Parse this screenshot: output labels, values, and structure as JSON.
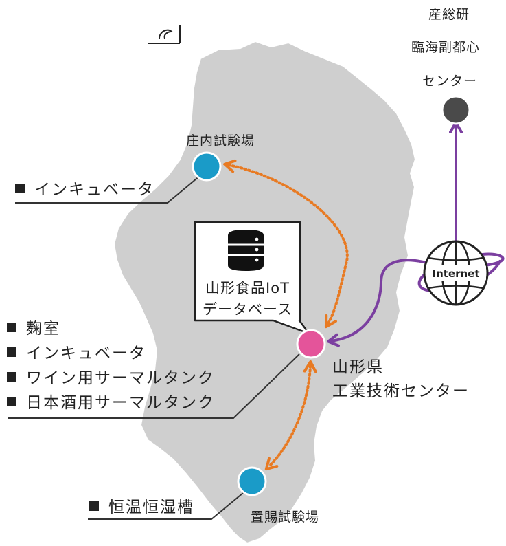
{
  "colors": {
    "region_fill": "#cfcfcf",
    "region_stroke": "#ffffff",
    "site_blue": "#1a9bc8",
    "site_pink": "#e4549a",
    "aist_dark": "#4a4a4a",
    "arrow_orange": "#e87a22",
    "arrow_purple": "#7b3fa0",
    "leader_line": "#333333"
  },
  "aist": {
    "line1": "産総研",
    "line2": "臨海副都心",
    "line3": "センター"
  },
  "sites": {
    "shonai": "庄内試験場",
    "yamagata_line1": "山形県",
    "yamagata_line2": "工業技術センター",
    "okitama": "置賜試験場"
  },
  "database": {
    "line1": "山形食品IoT",
    "line2": "データベース",
    "icon": "database-icon"
  },
  "internet": {
    "label": "Internet",
    "icon": "globe-icon"
  },
  "lists": {
    "shonai_items": [
      "インキュベータ"
    ],
    "center_items": [
      "麹室",
      "インキュベータ",
      "ワイン用サーマルタンク",
      "日本酒用サーマルタンク"
    ],
    "okitama_items": [
      "恒温恒湿槽"
    ]
  }
}
